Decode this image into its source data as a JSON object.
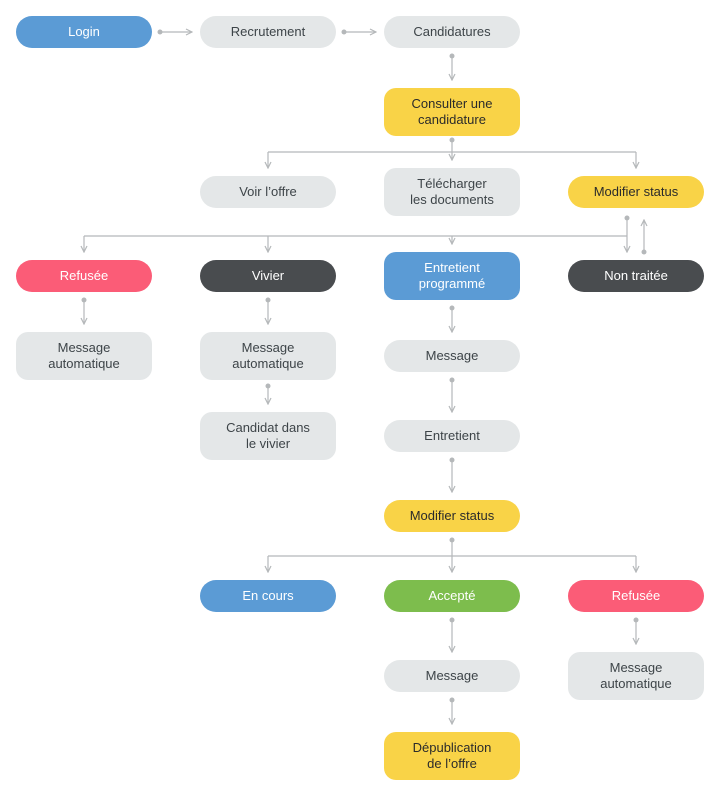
{
  "colors": {
    "blue": "#5b9bd5",
    "gray": "#e4e7e8",
    "yellow": "#f9d347",
    "red": "#fb5c77",
    "dark": "#494c4f",
    "green": "#7dbd4d",
    "connector": "#b5b8ba"
  },
  "nodes": {
    "login": "Login",
    "recrutement": "Recrutement",
    "candidatures": "Candidatures",
    "consulter": "Consulter une\ncandidature",
    "voir_offre": "Voir l’offre",
    "telecharger": "Télécharger\nles documents",
    "modifier_status_1": "Modifier status",
    "refusee_1": "Refusée",
    "vivier": "Vivier",
    "entretient_programme": "Entretient\nprogrammé",
    "non_traitee": "Non traitée",
    "message_auto_1": "Message\nautomatique",
    "message_auto_2": "Message\nautomatique",
    "candidat_vivier": "Candidat dans\nle vivier",
    "message_1": "Message",
    "entretient": "Entretient",
    "modifier_status_2": "Modifier status",
    "en_cours": "En cours",
    "accepte": "Accepté",
    "refusee_2": "Refusée",
    "message_2": "Message",
    "message_auto_3": "Message\nautomatique",
    "depublication": "Dépublication\nde l’offre"
  }
}
